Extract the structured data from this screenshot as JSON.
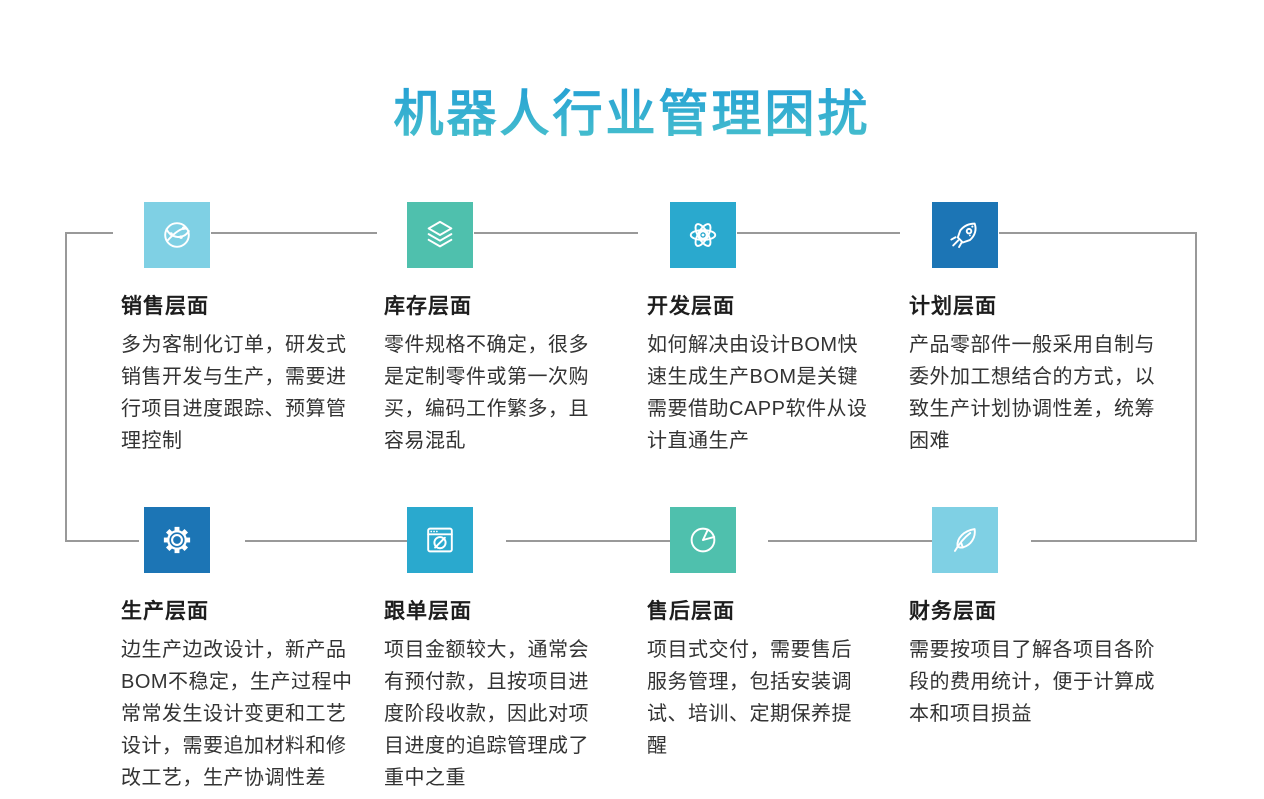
{
  "page": {
    "title": "机器人行业管理困扰"
  },
  "colors": {
    "title_gradient_top": "#1E9AD6",
    "title_gradient_bottom": "#4AC2CC",
    "connector_line": "#999999",
    "light_blue": "#7FD0E4",
    "teal": "#4FC0AD",
    "cyan_blue": "#2AA9CE",
    "dark_blue": "#1C75B5",
    "heading_text": "#1D1D1D",
    "body_text": "#333333"
  },
  "sections": [
    {
      "id": "sales",
      "icon": "globe-network-icon",
      "color": "#7FD0E4",
      "title": "销售层面",
      "body": "多为客制化订单，研发式\n销售开发与生产，需要进\n行项目进度跟踪、预算管\n理控制"
    },
    {
      "id": "inventory",
      "icon": "layers-icon",
      "color": "#4FC0AD",
      "title": "库存层面",
      "body": "零件规格不确定，很多\n是定制零件或第一次购\n买，编码工作繁多，且\n容易混乱"
    },
    {
      "id": "development",
      "icon": "atom-icon",
      "color": "#2AA9CE",
      "title": "开发层面",
      "body": "如何解决由设计BOM快\n速生成生产BOM是关键\n需要借助CAPP软件从设\n计直通生产"
    },
    {
      "id": "planning",
      "icon": "rocket-icon",
      "color": "#1C75B5",
      "title": "计划层面",
      "body": "产品零部件一般采用自制与\n委外加工想结合的方式，以\n致生产计划协调性差，统筹\n困难"
    },
    {
      "id": "production",
      "icon": "gear-icon",
      "color": "#1C75B5",
      "title": "生产层面",
      "body": "边生产边改设计，新产品\nBOM不稳定，生产过程中\n常常发生设计变更和工艺\n设计，需要追加材料和修\n改工艺，生产协调性差"
    },
    {
      "id": "order-tracking",
      "icon": "browser-compass-icon",
      "color": "#2AA9CE",
      "title": "跟单层面",
      "body": "项目金额较大，通常会\n有预付款，且按项目进\n度阶段收款，因此对项\n目进度的追踪管理成了\n重中之重"
    },
    {
      "id": "after-sales",
      "icon": "pie-chart-icon",
      "color": "#4FC0AD",
      "title": "售后层面",
      "body": "项目式交付，需要售后\n服务管理，包括安装调\n试、培训、定期保养提\n醒"
    },
    {
      "id": "finance",
      "icon": "feather-icon",
      "color": "#7FD0E4",
      "title": "财务层面",
      "body": "需要按项目了解各项目各阶\n段的费用统计，便于计算成\n本和项目损益"
    }
  ]
}
